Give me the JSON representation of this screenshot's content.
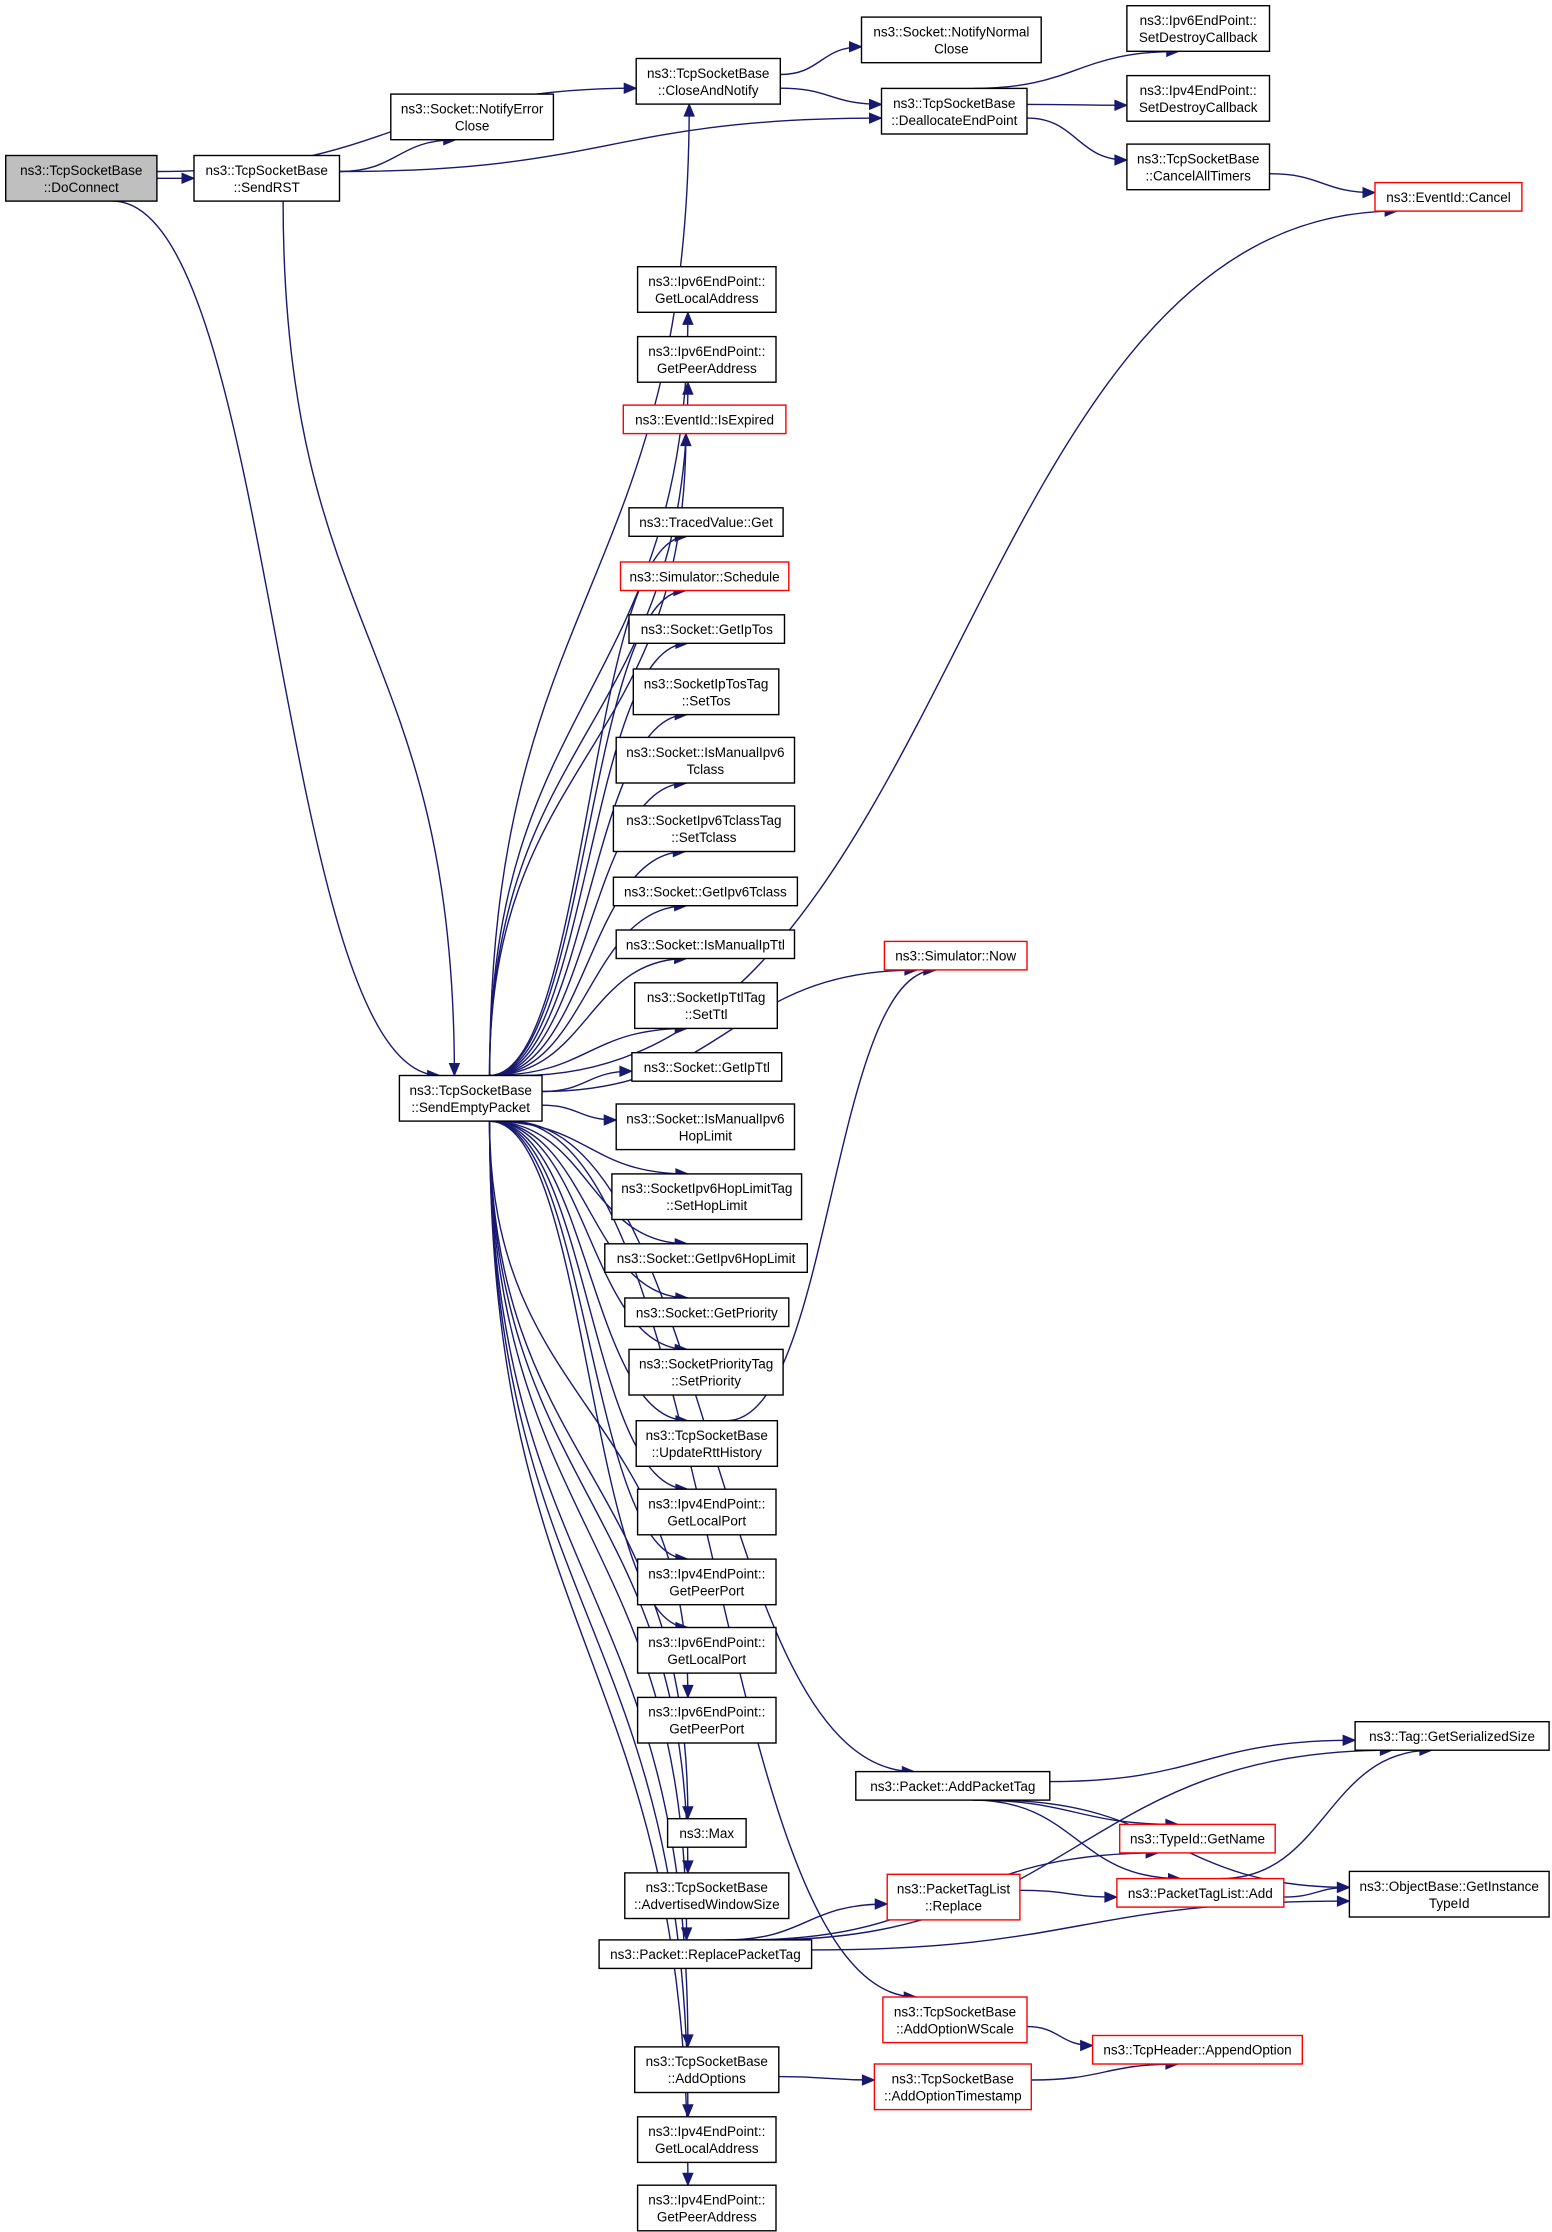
{
  "title": "",
  "nodes": [
    {
      "id": "doconnect",
      "lines": [
        "ns3::TcpSocketBase",
        "::DoConnect"
      ],
      "root": true
    },
    {
      "id": "sendrst",
      "lines": [
        "ns3::TcpSocketBase",
        "::SendRST"
      ]
    },
    {
      "id": "notifyerror",
      "lines": [
        "ns3::Socket::NotifyError",
        "Close"
      ]
    },
    {
      "id": "closeandnotify",
      "lines": [
        "ns3::TcpSocketBase",
        "::CloseAndNotify"
      ]
    },
    {
      "id": "notifynormal",
      "lines": [
        "ns3::Socket::NotifyNormal",
        "Close"
      ]
    },
    {
      "id": "dealloc",
      "lines": [
        "ns3::TcpSocketBase",
        "::DeallocateEndPoint"
      ]
    },
    {
      "id": "ipv6destroy",
      "lines": [
        "ns3::Ipv6EndPoint::",
        "SetDestroyCallback"
      ]
    },
    {
      "id": "ipv4destroy",
      "lines": [
        "ns3::Ipv4EndPoint::",
        "SetDestroyCallback"
      ]
    },
    {
      "id": "canceltimers",
      "lines": [
        "ns3::TcpSocketBase",
        "::CancelAllTimers"
      ]
    },
    {
      "id": "eventcancel",
      "lines": [
        "ns3::EventId::Cancel"
      ],
      "red": true
    },
    {
      "id": "ipv6getlocaladdr",
      "lines": [
        "ns3::Ipv6EndPoint::",
        "GetLocalAddress"
      ]
    },
    {
      "id": "ipv6getpeeraddr",
      "lines": [
        "ns3::Ipv6EndPoint::",
        "GetPeerAddress"
      ]
    },
    {
      "id": "isexpired",
      "lines": [
        "ns3::EventId::IsExpired"
      ],
      "red": true
    },
    {
      "id": "tracedget",
      "lines": [
        "ns3::TracedValue::Get"
      ]
    },
    {
      "id": "schedule",
      "lines": [
        "ns3::Simulator::Schedule"
      ],
      "red": true
    },
    {
      "id": "getiptos",
      "lines": [
        "ns3::Socket::GetIpTos"
      ]
    },
    {
      "id": "settos",
      "lines": [
        "ns3::SocketIpTosTag",
        "::SetTos"
      ]
    },
    {
      "id": "ismanualtclass",
      "lines": [
        "ns3::Socket::IsManualIpv6",
        "Tclass"
      ]
    },
    {
      "id": "settclass",
      "lines": [
        "ns3::SocketIpv6TclassTag",
        "::SetTclass"
      ]
    },
    {
      "id": "getipv6tclass",
      "lines": [
        "ns3::Socket::GetIpv6Tclass"
      ]
    },
    {
      "id": "ismanualipttl",
      "lines": [
        "ns3::Socket::IsManualIpTtl"
      ]
    },
    {
      "id": "setttl",
      "lines": [
        "ns3::SocketIpTtlTag",
        "::SetTtl"
      ]
    },
    {
      "id": "getipttl",
      "lines": [
        "ns3::Socket::GetIpTtl"
      ]
    },
    {
      "id": "ismanualhop",
      "lines": [
        "ns3::Socket::IsManualIpv6",
        "HopLimit"
      ]
    },
    {
      "id": "sethoplimit",
      "lines": [
        "ns3::SocketIpv6HopLimitTag",
        "::SetHopLimit"
      ]
    },
    {
      "id": "getipv6hop",
      "lines": [
        "ns3::Socket::GetIpv6HopLimit"
      ]
    },
    {
      "id": "getpriority",
      "lines": [
        "ns3::Socket::GetPriority"
      ]
    },
    {
      "id": "setpriority",
      "lines": [
        "ns3::SocketPriorityTag",
        "::SetPriority"
      ]
    },
    {
      "id": "updatertt",
      "lines": [
        "ns3::TcpSocketBase",
        "::UpdateRttHistory"
      ]
    },
    {
      "id": "simnow",
      "lines": [
        "ns3::Simulator::Now"
      ],
      "red": true
    },
    {
      "id": "sendempty",
      "lines": [
        "ns3::TcpSocketBase",
        "::SendEmptyPacket"
      ]
    },
    {
      "id": "ipv4getlocalport",
      "lines": [
        "ns3::Ipv4EndPoint::",
        "GetLocalPort"
      ]
    },
    {
      "id": "ipv4getpeerport",
      "lines": [
        "ns3::Ipv4EndPoint::",
        "GetPeerPort"
      ]
    },
    {
      "id": "ipv6getlocalport",
      "lines": [
        "ns3::Ipv6EndPoint::",
        "GetLocalPort"
      ]
    },
    {
      "id": "ipv6getpeerport",
      "lines": [
        "ns3::Ipv6EndPoint::",
        "GetPeerPort"
      ]
    },
    {
      "id": "addpackettag",
      "lines": [
        "ns3::Packet::AddPacketTag"
      ]
    },
    {
      "id": "tagsize",
      "lines": [
        "ns3::Tag::GetSerializedSize"
      ]
    },
    {
      "id": "typeidname",
      "lines": [
        "ns3::TypeId::GetName"
      ],
      "red": true
    },
    {
      "id": "max",
      "lines": [
        "ns3::Max"
      ]
    },
    {
      "id": "advwin",
      "lines": [
        "ns3::TcpSocketBase",
        "::AdvertisedWindowSize"
      ]
    },
    {
      "id": "ptlreplace",
      "lines": [
        "ns3::PacketTagList",
        "::Replace"
      ],
      "red": true
    },
    {
      "id": "ptladd",
      "lines": [
        "ns3::PacketTagList::Add"
      ],
      "red": true
    },
    {
      "id": "objinstance",
      "lines": [
        "ns3::ObjectBase::GetInstance",
        "TypeId"
      ]
    },
    {
      "id": "replacepackettag",
      "lines": [
        "ns3::Packet::ReplacePacketTag"
      ]
    },
    {
      "id": "addwscale",
      "lines": [
        "ns3::TcpSocketBase",
        "::AddOptionWScale"
      ],
      "red": true
    },
    {
      "id": "appendoption",
      "lines": [
        "ns3::TcpHeader::AppendOption"
      ],
      "red": true
    },
    {
      "id": "addoptions",
      "lines": [
        "ns3::TcpSocketBase",
        "::AddOptions"
      ]
    },
    {
      "id": "addts",
      "lines": [
        "ns3::TcpSocketBase",
        "::AddOptionTimestamp"
      ],
      "red": true
    },
    {
      "id": "ipv4getlocaladdr",
      "lines": [
        "ns3::Ipv4EndPoint::",
        "GetLocalAddress"
      ]
    },
    {
      "id": "ipv4getpeeraddr",
      "lines": [
        "ns3::Ipv4EndPoint::",
        "GetPeerAddress"
      ]
    }
  ],
  "edges": [
    {
      "from": "doconnect",
      "to": "closeandnotify"
    },
    {
      "from": "doconnect",
      "to": "sendrst"
    },
    {
      "from": "doconnect",
      "to": "sendempty"
    },
    {
      "from": "sendrst",
      "to": "notifyerror"
    },
    {
      "from": "sendrst",
      "to": "dealloc"
    },
    {
      "from": "sendrst",
      "to": "sendempty"
    },
    {
      "from": "closeandnotify",
      "to": "notifynormal"
    },
    {
      "from": "closeandnotify",
      "to": "dealloc"
    },
    {
      "from": "dealloc",
      "to": "ipv6destroy"
    },
    {
      "from": "dealloc",
      "to": "ipv4destroy"
    },
    {
      "from": "dealloc",
      "to": "canceltimers"
    },
    {
      "from": "canceltimers",
      "to": "eventcancel"
    },
    {
      "from": "sendempty",
      "to": "closeandnotify"
    },
    {
      "from": "sendempty",
      "to": "eventcancel"
    },
    {
      "from": "sendempty",
      "to": "ipv6getlocaladdr"
    },
    {
      "from": "sendempty",
      "to": "ipv6getpeeraddr"
    },
    {
      "from": "sendempty",
      "to": "isexpired"
    },
    {
      "from": "sendempty",
      "to": "simnow"
    },
    {
      "from": "sendempty",
      "to": "tracedget"
    },
    {
      "from": "sendempty",
      "to": "schedule"
    },
    {
      "from": "sendempty",
      "to": "getiptos"
    },
    {
      "from": "sendempty",
      "to": "settos"
    },
    {
      "from": "sendempty",
      "to": "ismanualtclass"
    },
    {
      "from": "sendempty",
      "to": "settclass"
    },
    {
      "from": "sendempty",
      "to": "getipv6tclass"
    },
    {
      "from": "sendempty",
      "to": "ismanualipttl"
    },
    {
      "from": "sendempty",
      "to": "setttl"
    },
    {
      "from": "sendempty",
      "to": "getipttl"
    },
    {
      "from": "sendempty",
      "to": "ismanualhop"
    },
    {
      "from": "sendempty",
      "to": "sethoplimit"
    },
    {
      "from": "sendempty",
      "to": "getipv6hop"
    },
    {
      "from": "sendempty",
      "to": "getpriority"
    },
    {
      "from": "sendempty",
      "to": "setpriority"
    },
    {
      "from": "sendempty",
      "to": "updatertt"
    },
    {
      "from": "updatertt",
      "to": "simnow"
    },
    {
      "from": "sendempty",
      "to": "ipv4getlocalport"
    },
    {
      "from": "sendempty",
      "to": "ipv4getpeerport"
    },
    {
      "from": "sendempty",
      "to": "ipv6getlocalport"
    },
    {
      "from": "sendempty",
      "to": "ipv6getpeerport"
    },
    {
      "from": "sendempty",
      "to": "addpackettag"
    },
    {
      "from": "sendempty",
      "to": "max"
    },
    {
      "from": "sendempty",
      "to": "advwin"
    },
    {
      "from": "sendempty",
      "to": "replacepackettag"
    },
    {
      "from": "sendempty",
      "to": "addwscale"
    },
    {
      "from": "sendempty",
      "to": "addoptions"
    },
    {
      "from": "sendempty",
      "to": "ipv4getlocaladdr"
    },
    {
      "from": "sendempty",
      "to": "ipv4getpeeraddr"
    },
    {
      "from": "addpackettag",
      "to": "tagsize"
    },
    {
      "from": "addpackettag",
      "to": "typeidname"
    },
    {
      "from": "addpackettag",
      "to": "ptladd"
    },
    {
      "from": "addpackettag",
      "to": "objinstance"
    },
    {
      "from": "replacepackettag",
      "to": "tagsize"
    },
    {
      "from": "replacepackettag",
      "to": "typeidname"
    },
    {
      "from": "replacepackettag",
      "to": "ptlreplace"
    },
    {
      "from": "replacepackettag",
      "to": "objinstance"
    },
    {
      "from": "ptlreplace",
      "to": "ptladd"
    },
    {
      "from": "ptladd",
      "to": "tagsize"
    },
    {
      "from": "ptladd",
      "to": "objinstance"
    },
    {
      "from": "addwscale",
      "to": "appendoption"
    },
    {
      "from": "addoptions",
      "to": "addts"
    },
    {
      "from": "addts",
      "to": "appendoption"
    }
  ]
}
